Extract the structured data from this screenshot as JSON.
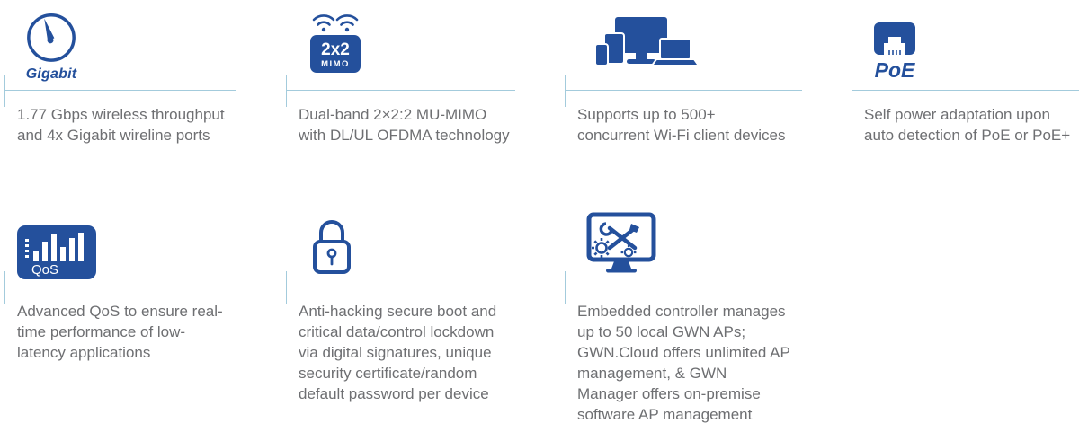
{
  "colors": {
    "icon_blue": "#24509c",
    "text_gray": "#6e6f72",
    "divider_blue": "#a3cbdc",
    "background": "#ffffff"
  },
  "features": [
    {
      "id": "gigabit",
      "icon": "speedometer-icon",
      "icon_label": "Gigabit",
      "text": "1.77 Gbps wireless throughput and 4x Gigabit wireline ports"
    },
    {
      "id": "mimo",
      "icon": "wifi-mimo-icon",
      "badge_top": "2x2",
      "badge_bottom": "MIMO",
      "text": "Dual-band 2×2:2 MU-MIMO with DL/UL OFDMA technology"
    },
    {
      "id": "clients",
      "icon": "devices-icon",
      "text": "Supports up to 500+ concurrent Wi-Fi client devices"
    },
    {
      "id": "poe",
      "icon": "ethernet-port-icon",
      "icon_label": "PoE",
      "text": "Self power adaptation upon auto detection of PoE or PoE+"
    },
    {
      "id": "qos",
      "icon": "qos-equalizer-icon",
      "icon_label": "QoS",
      "text": "Advanced QoS to ensure real-time performance of low-latency applications"
    },
    {
      "id": "security",
      "icon": "padlock-icon",
      "text": "Anti-hacking secure boot and critical data/control lockdown via digital signatures, unique security certificate/random default password per device"
    },
    {
      "id": "controller",
      "icon": "management-monitor-icon",
      "text": "Embedded controller manages up to 50 local GWN APs; GWN.Cloud offers unlimited AP management, & GWN Manager offers on-premise software AP management"
    }
  ]
}
